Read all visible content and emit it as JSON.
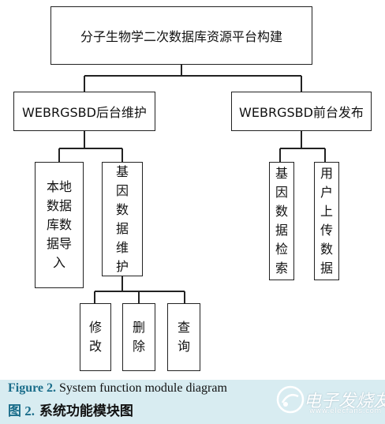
{
  "diagram": {
    "root": "分子生物学二次数据库资源平台构建",
    "backend": "WEBRGSBD后台维护",
    "frontend": "WEBRGSBD前台发布",
    "import": "本地数据库数据导入",
    "gene_maint": "基因数据维护",
    "gene_search": "基因数据检索",
    "user_upload": "用户上传数据",
    "modify": "修改",
    "delete": "删除",
    "query": "查询"
  },
  "caption": {
    "en_label": "Figure 2.",
    "en_text": " System function module diagram",
    "zh_label": "图 2.",
    "zh_text": " 系统功能模块图"
  },
  "watermark": {
    "text": "电子发烧友",
    "url": "www.elecfans.com"
  }
}
